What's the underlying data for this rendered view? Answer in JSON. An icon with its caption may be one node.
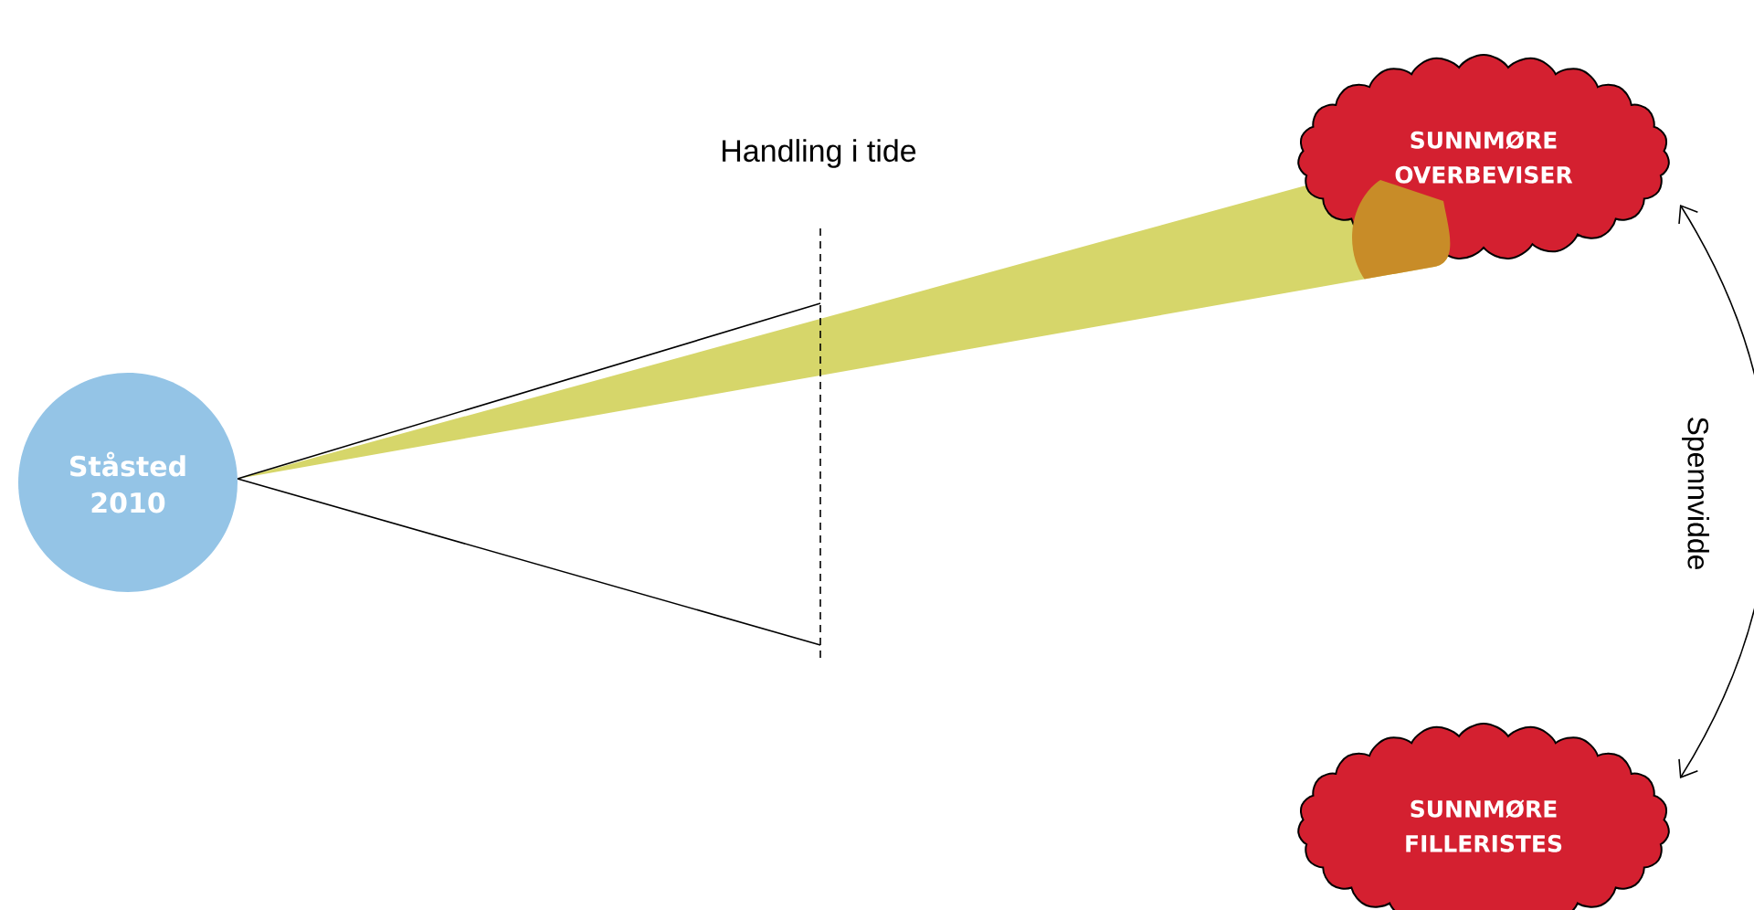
{
  "diagram": {
    "nodes": [
      {
        "text": [
          "Ståsted 2010"
        ]
      },
      {
        "text": [
          "SUNNMØRE OVERBEVISER"
        ]
      },
      {
        "text": [
          "SUNNMØRE FILLERISTES"
        ]
      }
    ],
    "edges": [
      {
        "from": 1,
        "to": 2,
        "arrow": "both",
        "label": "Spennvidde"
      }
    ],
    "labels": [
      "Handling i tide"
    ]
  }
}
